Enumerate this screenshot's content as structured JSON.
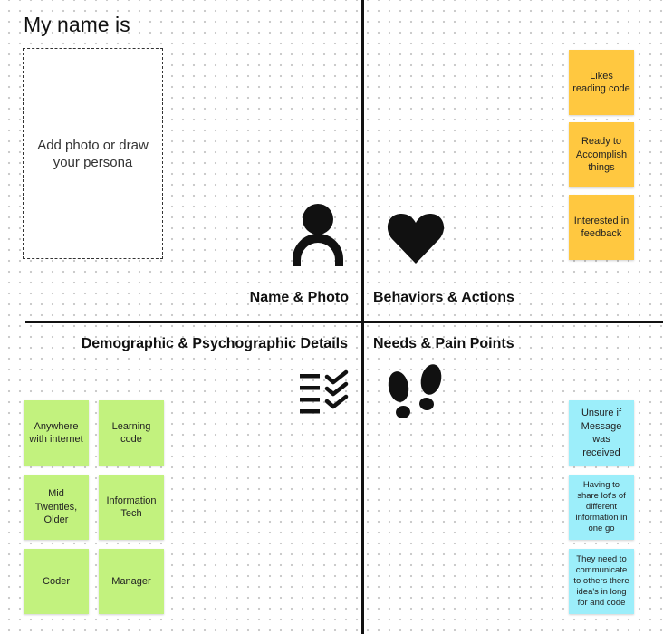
{
  "title": "My name is",
  "photo_placeholder": "Add photo or draw your persona",
  "sections": {
    "name_photo": "Name & Photo",
    "behaviors": "Behaviors & Actions",
    "demographic": "Demographic & Psychographic Details",
    "needs": "Needs & Pain Points"
  },
  "icons": {
    "name_photo": "person-icon",
    "behaviors": "heart-icon",
    "demographic": "checklist-icon",
    "needs": "footprints-icon"
  },
  "behavior_notes": [
    "Likes reading code",
    "Ready to Accomplish things",
    "Interested in feedback"
  ],
  "demographic_notes": [
    "Anywhere with internet",
    "Learning code",
    "Mid Twenties, Older",
    "Information Tech",
    "Coder",
    "Manager"
  ],
  "pain_notes": [
    "Unsure if Message was received",
    "Having to share lot's of different information in one go",
    "They need to communicate to others there idea's in long for and code"
  ],
  "colors": {
    "behavior_note": "#ffc840",
    "demographic_note": "#c2f27e",
    "pain_note": "#9ceefa",
    "divider": "#111111"
  }
}
